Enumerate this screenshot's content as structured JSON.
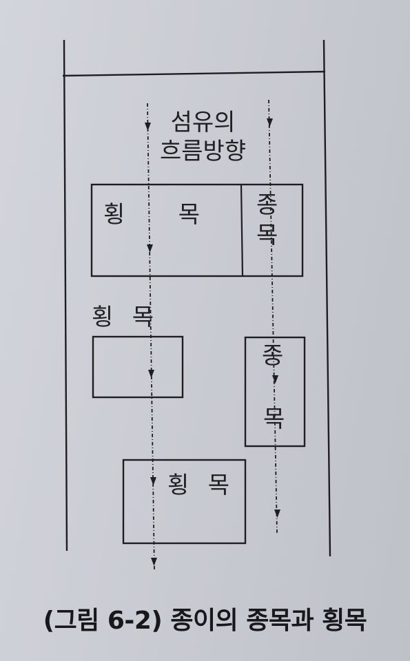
{
  "diagram": {
    "grain_direction": [
      "섬유의",
      "흐름방향"
    ],
    "top_box": {
      "horizontal": [
        "횡",
        "목"
      ],
      "vertical": [
        "종",
        "목"
      ]
    },
    "middle_left": [
      "횡",
      "목"
    ],
    "middle_right": [
      "종",
      "목"
    ],
    "bottom_box": [
      "횡",
      "목"
    ]
  },
  "caption": "(그림 6-2) 종이의 종목과 횡목"
}
